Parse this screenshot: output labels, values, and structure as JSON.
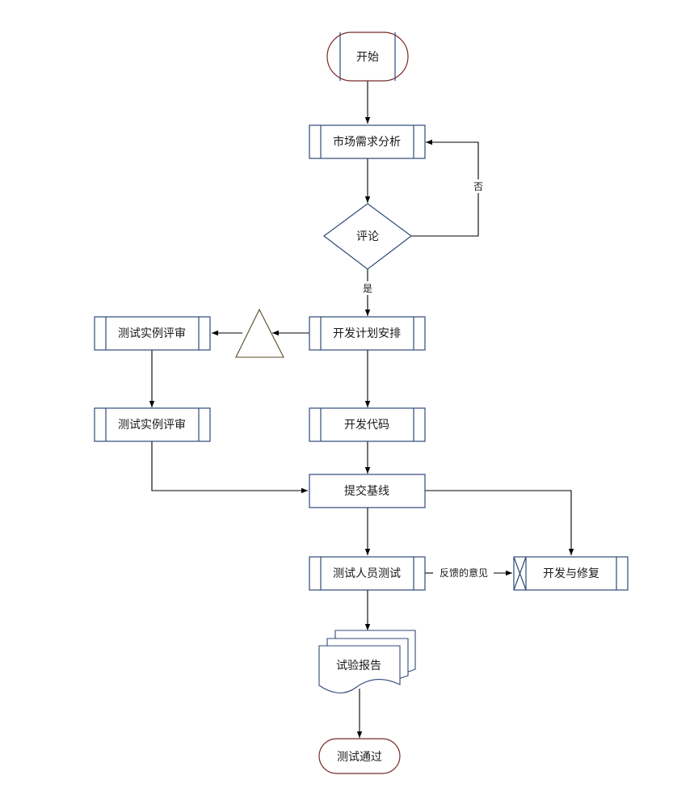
{
  "diagram": {
    "nodes": {
      "start": "开始",
      "market_analysis": "市场需求分析",
      "review_decision": "评论",
      "dev_plan": "开发计划安排",
      "test_case_review_1": "测试实例评审",
      "test_case_review_2": "测试实例评审",
      "dev_code": "开发代码",
      "submit_baseline": "提交基线",
      "tester_testing": "测试人员测试",
      "dev_fix": "开发与修复",
      "test_report": "试验报告",
      "test_passed": "测试通过"
    },
    "edge_labels": {
      "no": "否",
      "yes": "是",
      "feedback": "反馈的意见"
    }
  }
}
